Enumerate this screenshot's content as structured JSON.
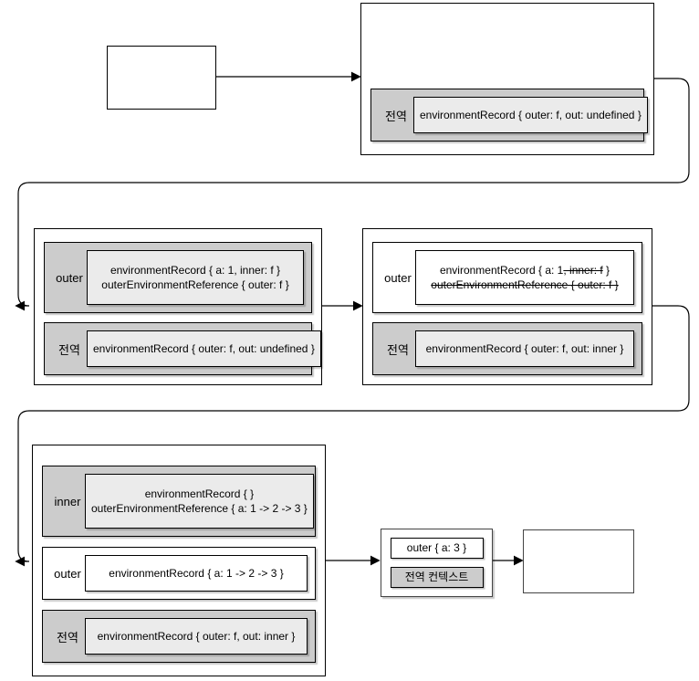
{
  "colors": {
    "section_fill": "#cccccc",
    "record_fill": "#ebebeb",
    "box_fill": "#ffffff",
    "border": "#000000",
    "arrow": "#000000"
  },
  "global_context_box": {
    "sections": [
      {
        "label": "전역",
        "lines": [
          "environmentRecord { outer: f, out: undefined }"
        ]
      }
    ]
  },
  "outer_context_box": {
    "sections": [
      {
        "label": "outer",
        "lines": [
          "environmentRecord { a: 1, inner: f }",
          "outerEnvironmentReference { outer: f }"
        ]
      },
      {
        "label": "전역",
        "lines": [
          "environmentRecord { outer: f, out: undefined }"
        ]
      }
    ]
  },
  "outer_context_ended_box": {
    "sections": [
      {
        "label": "outer",
        "line1": {
          "pre": "environmentRecord { a: 1",
          "struck": ", inner: f",
          "post": " }"
        },
        "line2_struck": "outerEnvironmentReference { outer: f }"
      },
      {
        "label": "전역",
        "lines": [
          "environmentRecord { outer: f, out: inner }"
        ]
      }
    ]
  },
  "inner_context_box": {
    "sections": [
      {
        "label": "inner",
        "lines": [
          "environmentRecord { }",
          "outerEnvironmentReference { a: 1 -> 2 -> 3 }"
        ]
      },
      {
        "label": "outer",
        "lines": [
          "environmentRecord { a: 1 -> 2 -> 3 }"
        ]
      },
      {
        "label": "전역",
        "lines": [
          "environmentRecord { outer: f, out: inner }"
        ]
      }
    ]
  },
  "result_box": {
    "items": [
      {
        "text": "outer { a: 3 }"
      },
      {
        "text": "전역 컨텍스트"
      }
    ]
  }
}
